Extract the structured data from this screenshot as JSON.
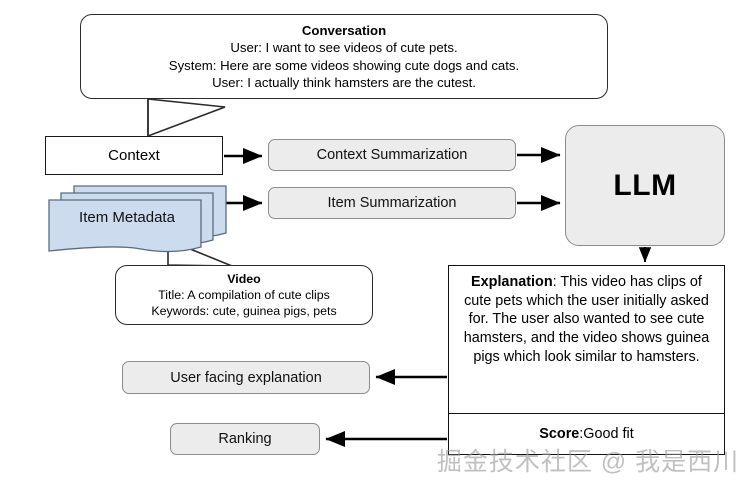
{
  "figure": {
    "title_hidden": "LLM-based explainable recommendation pipeline"
  },
  "conversation": {
    "title": "Conversation",
    "line1": "User: I want to see videos of cute pets.",
    "line2": "System: Here are some videos showing cute dogs and cats.",
    "line3": "User: I actually think hamsters are the cutest."
  },
  "video": {
    "title": "Video",
    "line1": "Title: A compilation of cute clips",
    "line2": "Keywords: cute, guinea pigs, pets"
  },
  "nodes": {
    "context": "Context",
    "item_metadata": "Item Metadata",
    "context_summarization": "Context Summarization",
    "item_summarization": "Item Summarization",
    "llm": "LLM",
    "user_facing_explanation": "User facing explanation",
    "ranking": "Ranking"
  },
  "explanation": {
    "label": "Explanation",
    "separator": ": ",
    "body": "This video has clips of cute pets which the user initially asked for. The user also wanted to see cute hamsters, and the video shows guinea pigs which look similar to hamsters."
  },
  "score": {
    "label": "Score",
    "separator": ": ",
    "value": "Good fit"
  },
  "watermark": {
    "text": "掘金技术社区 @ 我是西川"
  },
  "colors": {
    "process_fill": "#ececec",
    "process_border": "#8c8c8c",
    "metadata_fill": "#ccdcee",
    "metadata_border": "#5b6c80",
    "outline": "#111111",
    "arrow": "#000000",
    "watermark": "#9a9a9a"
  }
}
